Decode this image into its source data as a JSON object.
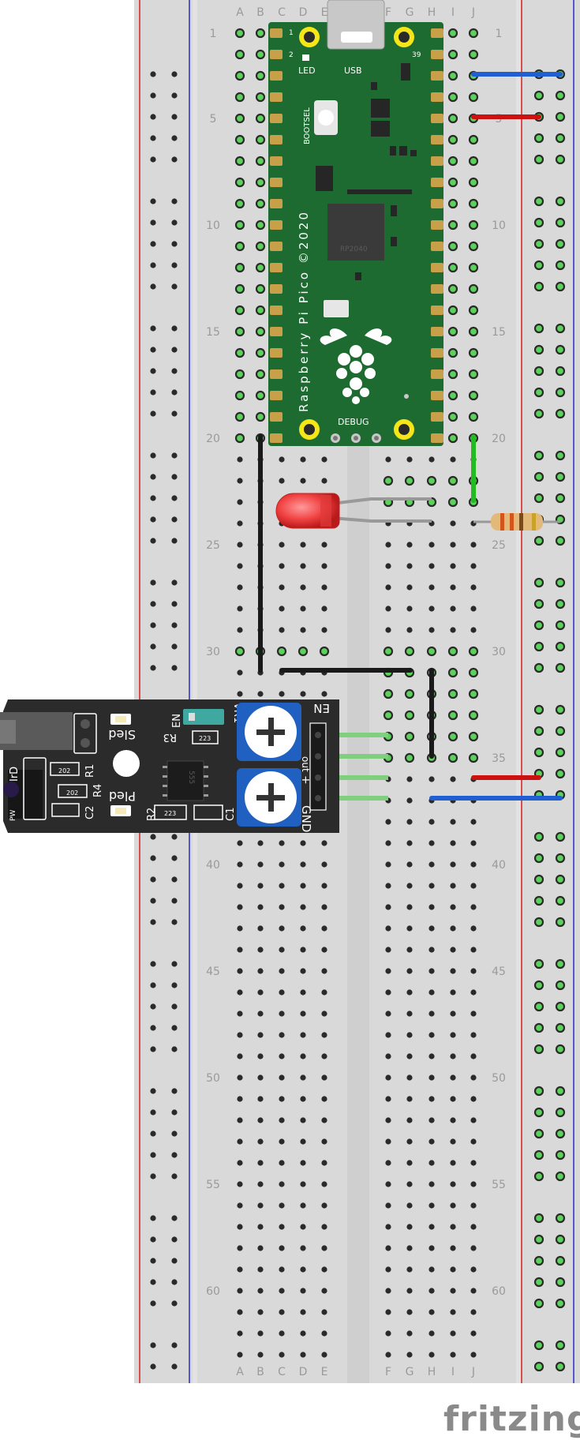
{
  "breadboard": {
    "column_letters_left": [
      "A",
      "B",
      "C",
      "D",
      "E"
    ],
    "column_letters_right": [
      "F",
      "G",
      "H",
      "I",
      "J"
    ],
    "row_numbers": [
      "1",
      "5",
      "10",
      "15",
      "20",
      "25",
      "30",
      "35",
      "40",
      "45",
      "50",
      "55",
      "60"
    ],
    "colors": {
      "board": "#d9d9d9",
      "rail_red": "#d62020",
      "rail_blue": "#2a2acc",
      "hole": "#2a2a2a",
      "hole_active": "#5bd35b"
    }
  },
  "pico": {
    "board_name": "Raspberry Pi Pico ©2020",
    "led_label": "LED",
    "usb_label": "USB",
    "bootsel_label": "BOOTSEL",
    "debug_label": "DEBUG",
    "pin1_label": "1",
    "pin2_label": "2",
    "pin39_label": "39",
    "chip_text": "RP2040",
    "color": "#1e6b32"
  },
  "sensor": {
    "labels": {
      "en": "EN",
      "sled": "Sled",
      "pled": "Pled",
      "vr1": "VR1",
      "r3": "R3",
      "r1": "R1",
      "r4": "R4",
      "r2": "R2",
      "c1": "C1",
      "c2": "C2",
      "ir": "IrD",
      "pw": "PW",
      "gnd": "GND",
      "out": "out",
      "plus": "+",
      "chip": "555",
      "r223a": "223",
      "r223b": "223",
      "r202a": "202",
      "r202b": "202"
    },
    "color": "#2b2b2b"
  },
  "wires": {
    "black": "#1a1a1a",
    "red": "#cc1111",
    "blue": "#1f5fd1",
    "green": "#22bb22"
  },
  "brand": "fritzing"
}
